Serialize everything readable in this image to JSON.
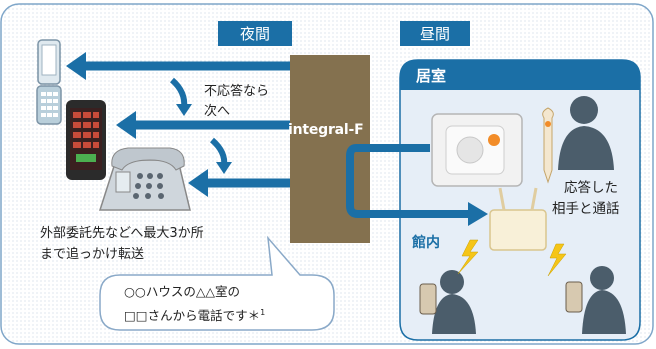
{
  "header": {
    "night_tab": "夜間",
    "day_tab": "昼間"
  },
  "system": {
    "name": "integral-F"
  },
  "flow": {
    "no_answer_line1": "不応答なら",
    "no_answer_line2": "次へ"
  },
  "left": {
    "transfer_line1": "外部委託先などへ最大3か所",
    "transfer_line2": "まで追っかけ転送"
  },
  "bubble": {
    "line1": "○○ハウスの△△室の",
    "line2": "□□さんから電話です＊",
    "footnote": "1"
  },
  "room": {
    "title": "居室",
    "answer_line1": "応答した",
    "answer_line2": "相手と通話",
    "building": "館内"
  },
  "colors": {
    "accent": "#1b6fa6",
    "panel": "#e6eef7",
    "pillar": "#84714f",
    "bubble_border": "#8aa9c8"
  }
}
